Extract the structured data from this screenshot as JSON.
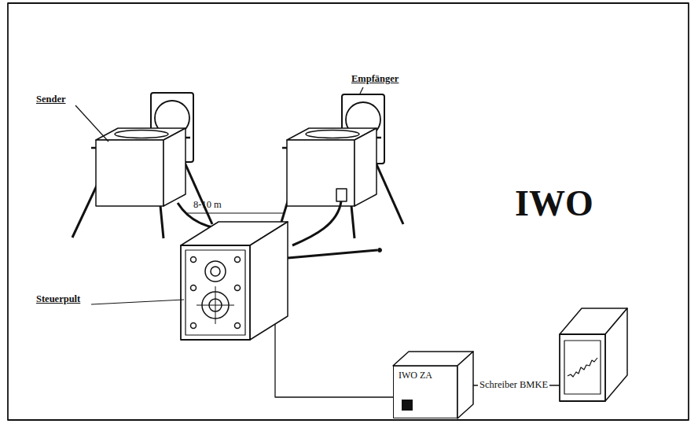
{
  "diagram": {
    "title": "IWO",
    "nodes": [
      {
        "text": [
          "IWO ZA"
        ]
      }
    ],
    "labels": [
      "Sender",
      "Empfänger",
      "8-10 m",
      "Steuerpult",
      "Schreiber BMKE"
    ]
  }
}
